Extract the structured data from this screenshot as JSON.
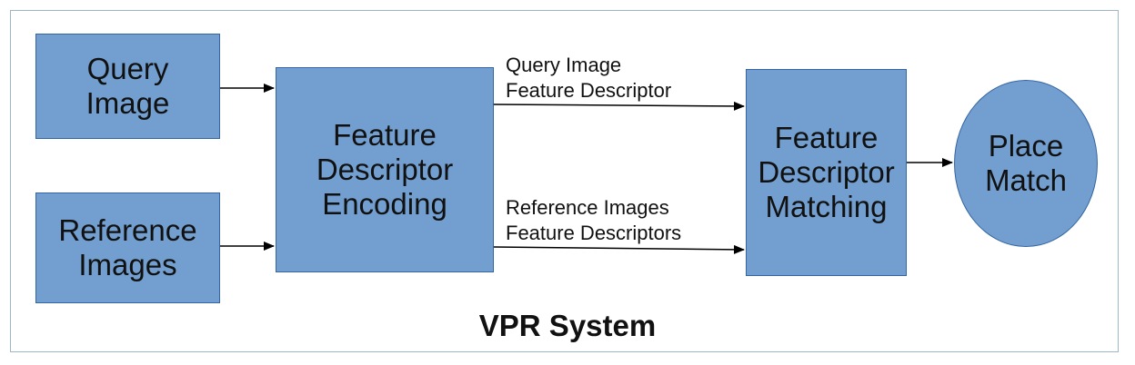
{
  "colors": {
    "node_fill": "#729fcf",
    "node_border": "#3465a4",
    "frame_border": "#9db7c6",
    "text": "#111111"
  },
  "nodes": {
    "query_image": "Query\nImage",
    "reference_images": "Reference\nImages",
    "encoding": "Feature\nDescriptor\nEncoding",
    "matching": "Feature\nDescriptor\nMatching",
    "place_match": "Place\nMatch"
  },
  "edge_labels": {
    "query_descriptor": "Query Image\nFeature Descriptor",
    "reference_descriptors": "Reference Images\nFeature Descriptors"
  },
  "caption": "VPR System"
}
